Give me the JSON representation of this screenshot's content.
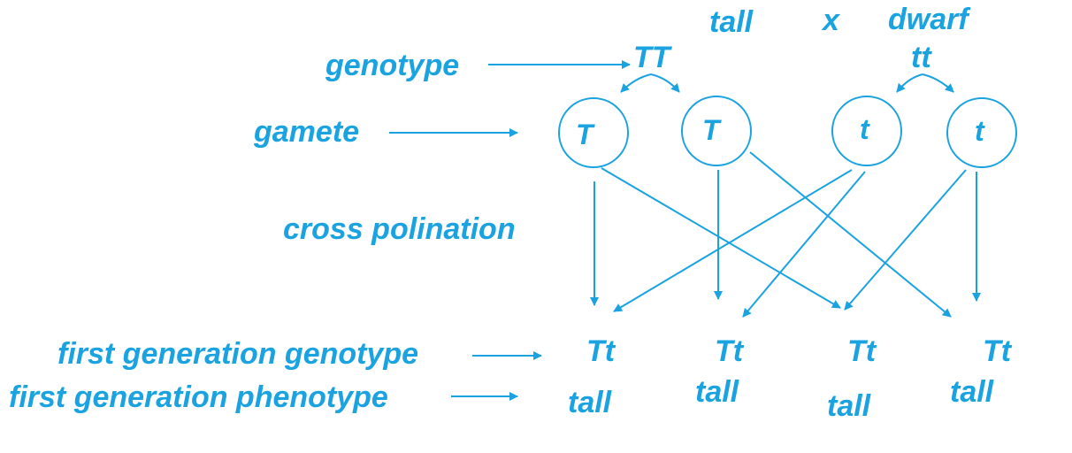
{
  "colors": {
    "diagram": "#1aa3e0",
    "background": "#ffffff"
  },
  "parents": {
    "tall_phenotype": "tall",
    "cross_symbol": "x",
    "dwarf_phenotype": "dwarf",
    "tall_genotype": "TT",
    "dwarf_genotype": "tt"
  },
  "row_labels": {
    "genotype": "genotype",
    "gamete": "gamete",
    "cross_pollination": "cross polination",
    "first_gen_genotype": "first generation genotype",
    "first_gen_phenotype": "first generation phenotype"
  },
  "gametes": [
    "T",
    "T",
    "t",
    "t"
  ],
  "offspring": [
    {
      "genotype": "Tt",
      "phenotype": "tall"
    },
    {
      "genotype": "Tt",
      "phenotype": "tall"
    },
    {
      "genotype": "Tt",
      "phenotype": "tall"
    },
    {
      "genotype": "Tt",
      "phenotype": "tall"
    }
  ]
}
